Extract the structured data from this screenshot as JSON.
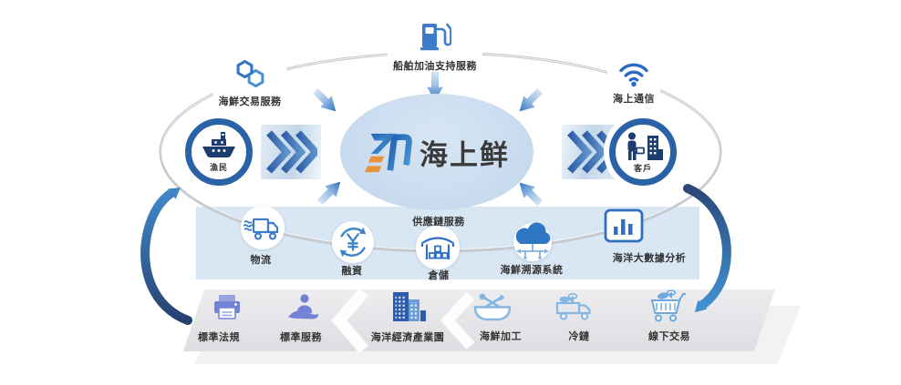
{
  "diagram": {
    "logo": {
      "text": "海上鲜"
    },
    "top_services": {
      "refuel": {
        "label": "船舶加油支持服務",
        "icon": "fuel-pump-icon"
      },
      "trading": {
        "label": "海鮮交易服務",
        "icon": "chain-links-icon"
      },
      "communication": {
        "label": "海上通信",
        "icon": "wifi-icon"
      }
    },
    "nodes": {
      "fishermen": {
        "label": "漁民",
        "icon": "fishing-boat-icon"
      },
      "customers": {
        "label": "客戶",
        "icon": "customer-building-icon"
      }
    },
    "supply_chain": {
      "title": "供應鏈服務",
      "items": [
        {
          "label": "物流",
          "icon": "logistics-truck-icon"
        },
        {
          "label": "融資",
          "icon": "financing-yen-icon"
        },
        {
          "label": "倉儲",
          "icon": "warehouse-icon"
        },
        {
          "label": "海鮮溯源系統",
          "icon": "traceability-cloud-icon"
        },
        {
          "label": "海洋大數據分析",
          "icon": "big-data-chart-icon"
        }
      ]
    },
    "bottom_chain": {
      "items": [
        {
          "label": "標準法規",
          "icon": "printer-icon"
        },
        {
          "label": "標準服務",
          "icon": "service-hand-icon"
        },
        {
          "label": "海洋經濟產業園",
          "icon": "industrial-park-icon"
        },
        {
          "label": "海鮮加工",
          "icon": "seafood-processing-icon"
        },
        {
          "label": "冷鏈",
          "icon": "cold-chain-truck-icon"
        },
        {
          "label": "線下交易",
          "icon": "shopping-cart-icon"
        }
      ]
    },
    "colors": {
      "primary_blue": "#2e6fc0",
      "navy": "#1d3c6e",
      "ring_gray": "#c6cacf",
      "center_ellipse_fill": "#c8dbee",
      "supply_band_fill": "#d9e6f3",
      "periwinkle": "#7282d4",
      "light_blue": "#85b7e2",
      "logo_orange": "#e8923c"
    }
  }
}
